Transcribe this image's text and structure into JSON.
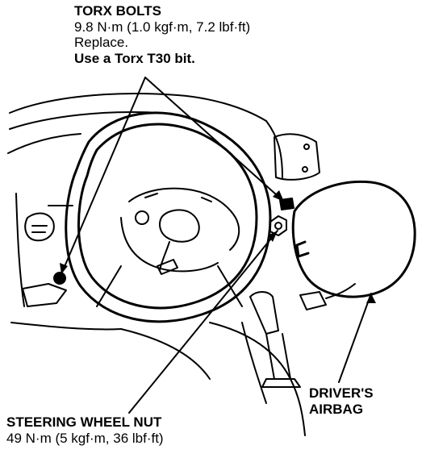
{
  "callouts": {
    "torx_bolts": {
      "title": "TORX BOLTS",
      "torque": "9.8 N·m (1.0 kgf·m, 7.2 lbf·ft)",
      "note": "Replace.",
      "tool": "Use a Torx T30 bit."
    },
    "steering_wheel_nut": {
      "title": "STEERING WHEEL NUT",
      "torque": "49 N·m (5 kgf·m, 36 lbf·ft)"
    },
    "drivers_airbag": {
      "line1": "DRIVER'S",
      "line2": "AIRBAG"
    }
  },
  "colors": {
    "ink": "#000000",
    "paper": "#ffffff"
  }
}
